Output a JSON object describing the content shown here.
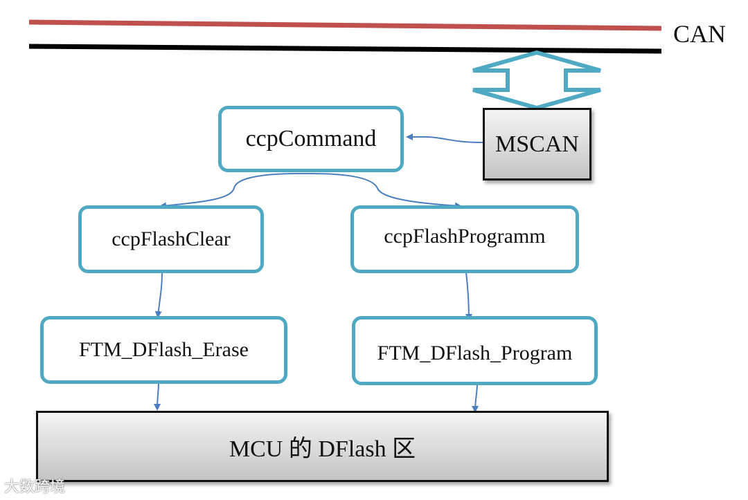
{
  "bus": {
    "label": "CAN",
    "line_colors": {
      "high": "#c0504d",
      "low": "#000000"
    }
  },
  "nodes": {
    "mscan": "MSCAN",
    "ccp_command": "ccpCommand",
    "ccp_flash_clear": "ccpFlashClear",
    "ccp_flash_programm": "ccpFlashProgramm",
    "ftm_dflash_erase": "FTM_DFlash_Erase",
    "ftm_dflash_program": "FTM_DFlash_Program",
    "dflash_region": "MCU 的 DFlash 区"
  },
  "colors": {
    "node_border": "#4fa9c3",
    "connector": "#4a7ebf"
  },
  "watermark": "大数跨境"
}
